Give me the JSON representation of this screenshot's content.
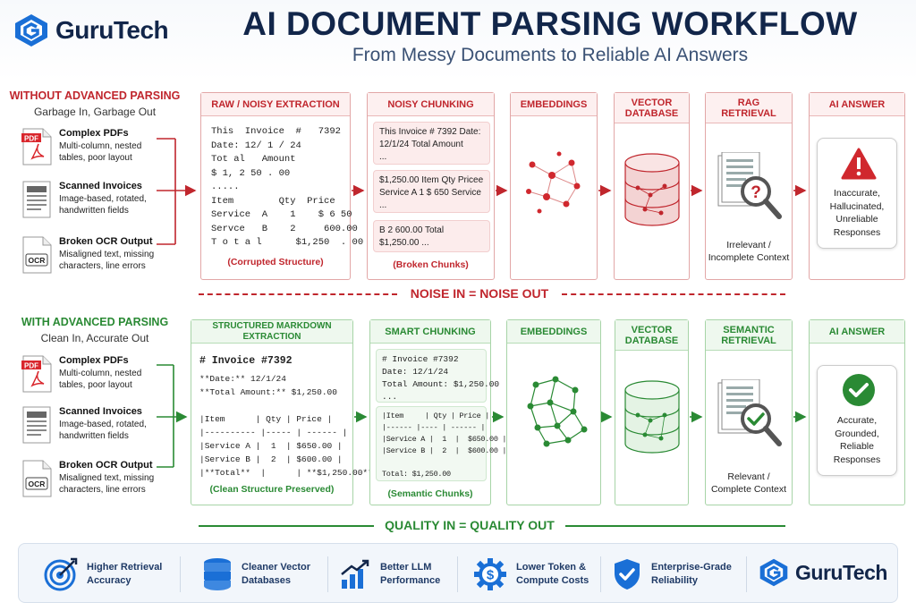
{
  "brand": {
    "name": "GuruTech"
  },
  "header": {
    "title": "AI DOCUMENT PARSING WORKFLOW",
    "subtitle": "From Messy Documents to Reliable AI Answers"
  },
  "colors": {
    "red": "#c0262d",
    "green": "#2a8a34",
    "navy": "#12264a",
    "blue": "#1a6fd6"
  },
  "without": {
    "label": "WITHOUT ADVANCED PARSING",
    "sublabel": "Garbage In, Garbage Out",
    "sources": [
      {
        "icon": "pdf-file-icon",
        "name": "Complex PDFs",
        "desc1": "Multi-column, nested",
        "desc2": "tables, poor layout"
      },
      {
        "icon": "scanned-document-icon",
        "name": "Scanned Invoices",
        "desc1": "Image-based, rotated,",
        "desc2": "handwritten fields"
      },
      {
        "icon": "ocr-file-icon",
        "name": "Broken OCR Output",
        "desc1": "Misaligned text, missing",
        "desc2": "characters, line errors"
      }
    ],
    "stages": {
      "extraction": {
        "title": "RAW / NOISY EXTRACTION",
        "lines": [
          "This  Invoice  #   7392",
          "Date: 12/ 1 / 24",
          "Tot al   Amount",
          "$ 1, 2 50 . 00",
          ".....",
          "Item        Qty  Price",
          "Service  A    1    $ 6 50",
          "Servce   B    2     600.00",
          "T o t a l      $1,250  . 00"
        ],
        "caption": "(Corrupted Structure)"
      },
      "chunking": {
        "title": "NOISY CHUNKING",
        "chunks": [
          "This Invoice # 7392 Date:\n12/1/24 Total Amount\n...",
          "$1,250.00 Item Qty Pricee\nService A 1 $ 650 Service\n...",
          "B 2 600.00 Total\n$1,250.00 ..."
        ],
        "caption": "(Broken Chunks)"
      },
      "embeddings": {
        "title": "EMBEDDINGS"
      },
      "vector": {
        "title": "VECTOR\nDATABASE"
      },
      "retrieval": {
        "title": "RAG\nRETRIEVAL",
        "caption": "Irrelevant /\nIncomplete Context"
      },
      "answer": {
        "title": "AI ANSWER",
        "text": "Inaccurate,\nHallucinated,\nUnreliable\nResponses"
      }
    },
    "divider": "NOISE IN = NOISE OUT"
  },
  "with": {
    "label": "WITH ADVANCED PARSING",
    "sublabel": "Clean In, Accurate Out",
    "sources": [
      {
        "icon": "pdf-file-icon",
        "name": "Complex PDFs",
        "desc1": "Multi-column, nested",
        "desc2": "tables, poor layout"
      },
      {
        "icon": "scanned-document-icon",
        "name": "Scanned Invoices",
        "desc1": "Image-based, rotated,",
        "desc2": "handwritten fields"
      },
      {
        "icon": "ocr-file-icon",
        "name": "Broken OCR Output",
        "desc1": "Misaligned text, missing",
        "desc2": "characters, line errors"
      }
    ],
    "stages": {
      "extraction": {
        "title": "STRUCTURED MARKDOWN EXTRACTION",
        "lines": [
          "**Date:** 12/1/24",
          "**Total Amount:** $1,250.00",
          "",
          "|Item      | Qty | Price |",
          "|---------- |----- | ------ |",
          "|Service A |  1  | $650.00 |",
          "|Service B |  2  | $600.00 |",
          "|**Total**  |      | **$1,250.00** |"
        ],
        "heading": "# Invoice #7392",
        "caption": "(Clean Structure Preserved)"
      },
      "chunking": {
        "title": "SMART CHUNKING",
        "chunks": [
          "# Invoice #7392\nDate: 12/1/24\nTotal Amount: $1,250.00\n...",
          "|Item     | Qty | Price |\n|------ |---- | ------ |\n|Service A |  1  |  $650.00 |\n|Service B |  2  |  $600.00 |\n\nTotal: $1,250.00"
        ],
        "caption": "(Semantic Chunks)"
      },
      "embeddings": {
        "title": "EMBEDDINGS"
      },
      "vector": {
        "title": "VECTOR\nDATABASE"
      },
      "retrieval": {
        "title": "SEMANTIC\nRETRIEVAL",
        "caption": "Relevant /\nComplete Context"
      },
      "answer": {
        "title": "AI ANSWER",
        "text": "Accurate,\nGrounded,\nReliable\nResponses"
      }
    },
    "divider": "QUALITY IN = QUALITY OUT"
  },
  "footer": {
    "items": [
      {
        "icon": "target-icon",
        "label1": "Higher Retrieval",
        "label2": "Accuracy"
      },
      {
        "icon": "database-icon",
        "label1": "Cleaner Vector",
        "label2": "Databases"
      },
      {
        "icon": "growth-chart-icon",
        "label1": "Better LLM",
        "label2": "Performance"
      },
      {
        "icon": "dollar-gear-icon",
        "label1": "Lower Token &",
        "label2": "Compute Costs"
      },
      {
        "icon": "shield-check-icon",
        "label1": "Enterprise-Grade",
        "label2": "Reliability"
      }
    ]
  }
}
